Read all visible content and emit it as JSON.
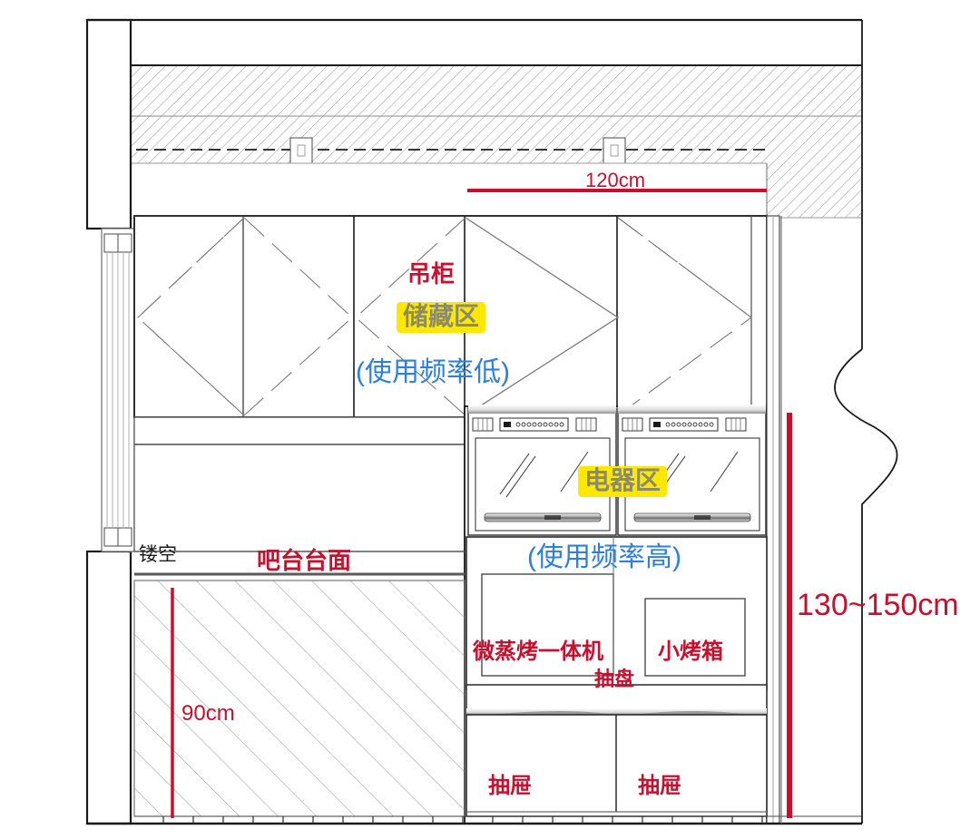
{
  "drawing": {
    "type": "kitchen-elevation",
    "title_present": false
  },
  "dimensions": {
    "top_width": "120cm",
    "counter_height": "90cm",
    "appliance_zone_height": "130~150cm"
  },
  "zones": [
    {
      "key": "storage",
      "cabinet_label": "吊柜",
      "zone_label": "储藏区",
      "frequency_label": "(使用频率低)"
    },
    {
      "key": "appliance",
      "zone_label": "电器区",
      "frequency_label": "(使用频率高)"
    }
  ],
  "labels": {
    "upper_cabinet": "吊柜",
    "storage_zone": "储藏区",
    "storage_freq": "(使用频率低)",
    "appliance_zone": "电器区",
    "appliance_freq": "(使用频率高)",
    "hollow": "镂空",
    "bar_counter": "吧台台面",
    "steam_oven": "微蒸烤一体机",
    "small_oven": "小烤箱",
    "pull_tray": "抽盘",
    "drawer_left": "抽屉",
    "drawer_right": "抽屉"
  },
  "colors": {
    "dimension_red": "#c8102e",
    "annotation_blue": "#2a7fe0",
    "highlight_yellow": "#ffe800",
    "highlight_text": "#8a8a72",
    "line_black": "#1a1a1a",
    "line_gray": "#7a7a7a",
    "hatch_gray": "#9a9a9a"
  },
  "appliances": {
    "upper_row": [
      {
        "name": "微蒸烤一体机",
        "position": "left",
        "has_control_panel": true,
        "has_glass_door": true
      },
      {
        "name": "微蒸烤一体机",
        "position": "right",
        "has_control_panel": true,
        "has_glass_door": true
      }
    ],
    "lower_row": [
      {
        "name": "微蒸烤一体机",
        "position": "left"
      },
      {
        "name": "小烤箱",
        "position": "right"
      }
    ],
    "drawers": [
      {
        "name": "抽盘"
      },
      {
        "name": "抽屉"
      },
      {
        "name": "抽屉"
      }
    ]
  }
}
